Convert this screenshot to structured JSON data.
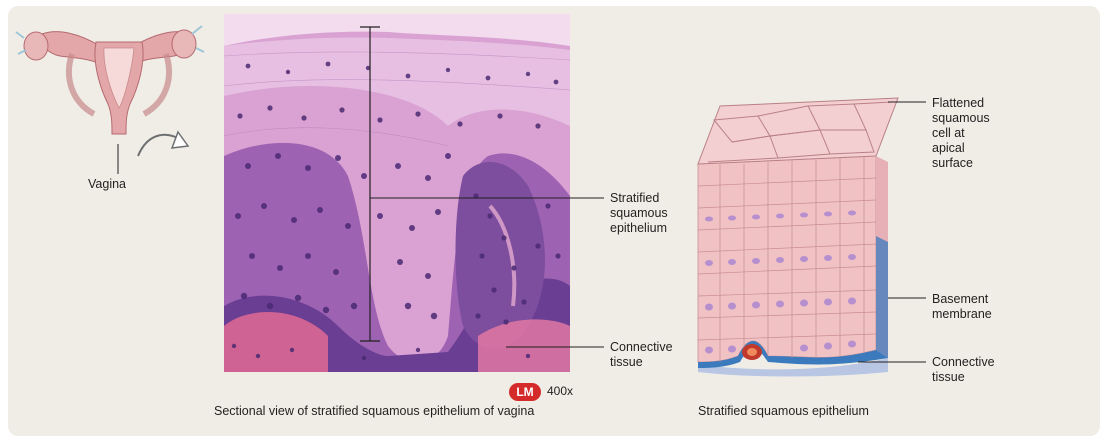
{
  "figure": {
    "colors": {
      "panel_bg": "#efede6",
      "tissue_pink": "#c98ac6",
      "tissue_purple": "#6a3e93",
      "nucleus": "#4b2a73",
      "basement_membrane": "#3b7bbd",
      "connective_tissue": "#b8c6e4",
      "surface_cell": "#f4cfd2",
      "lm_badge": "#d42a2a"
    },
    "organ_icon": {
      "name": "female reproductive tract",
      "label": "Vagina"
    },
    "micrograph": {
      "labels": {
        "epithelium": "Stratified\nsquamous\nepithelium",
        "connective": "Connective\ntissue"
      },
      "scale": {
        "badge": "LM",
        "magnification": "400x"
      },
      "caption": "Sectional view of stratified squamous epithelium of vagina"
    },
    "drawing": {
      "labels": {
        "apical": "Flattened\nsquamous\ncell at\napical\nsurface",
        "basement": "Basement\nmembrane",
        "connective": "Connective\ntissue"
      },
      "caption": "Stratified squamous epithelium"
    }
  }
}
